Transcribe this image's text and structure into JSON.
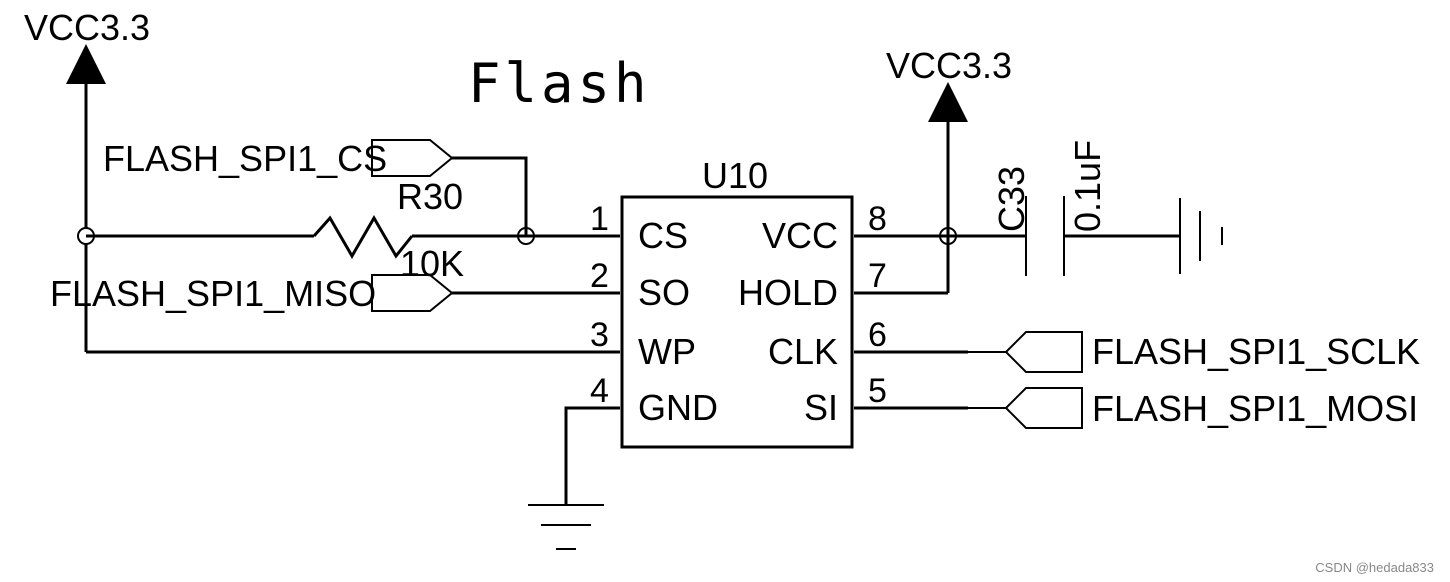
{
  "title": "Flash",
  "chip": {
    "ref": "U10",
    "left_pins": [
      {
        "num": "1",
        "name": "CS"
      },
      {
        "num": "2",
        "name": "SO"
      },
      {
        "num": "3",
        "name": "WP"
      },
      {
        "num": "4",
        "name": "GND"
      }
    ],
    "right_pins": [
      {
        "num": "8",
        "name": "VCC"
      },
      {
        "num": "7",
        "name": "HOLD"
      },
      {
        "num": "6",
        "name": "CLK"
      },
      {
        "num": "5",
        "name": "SI"
      }
    ]
  },
  "power": {
    "left": "VCC3.3",
    "right": "VCC3.3"
  },
  "resistor": {
    "ref": "R30",
    "value": "10K"
  },
  "capacitor": {
    "ref": "C33",
    "value": "0.1uF"
  },
  "nets": {
    "cs": "FLASH_SPI1_CS",
    "miso": "FLASH_SPI1_MISO",
    "sclk": "FLASH_SPI1_SCLK",
    "mosi": "FLASH_SPI1_MOSI"
  },
  "watermark": "CSDN @hedada833"
}
